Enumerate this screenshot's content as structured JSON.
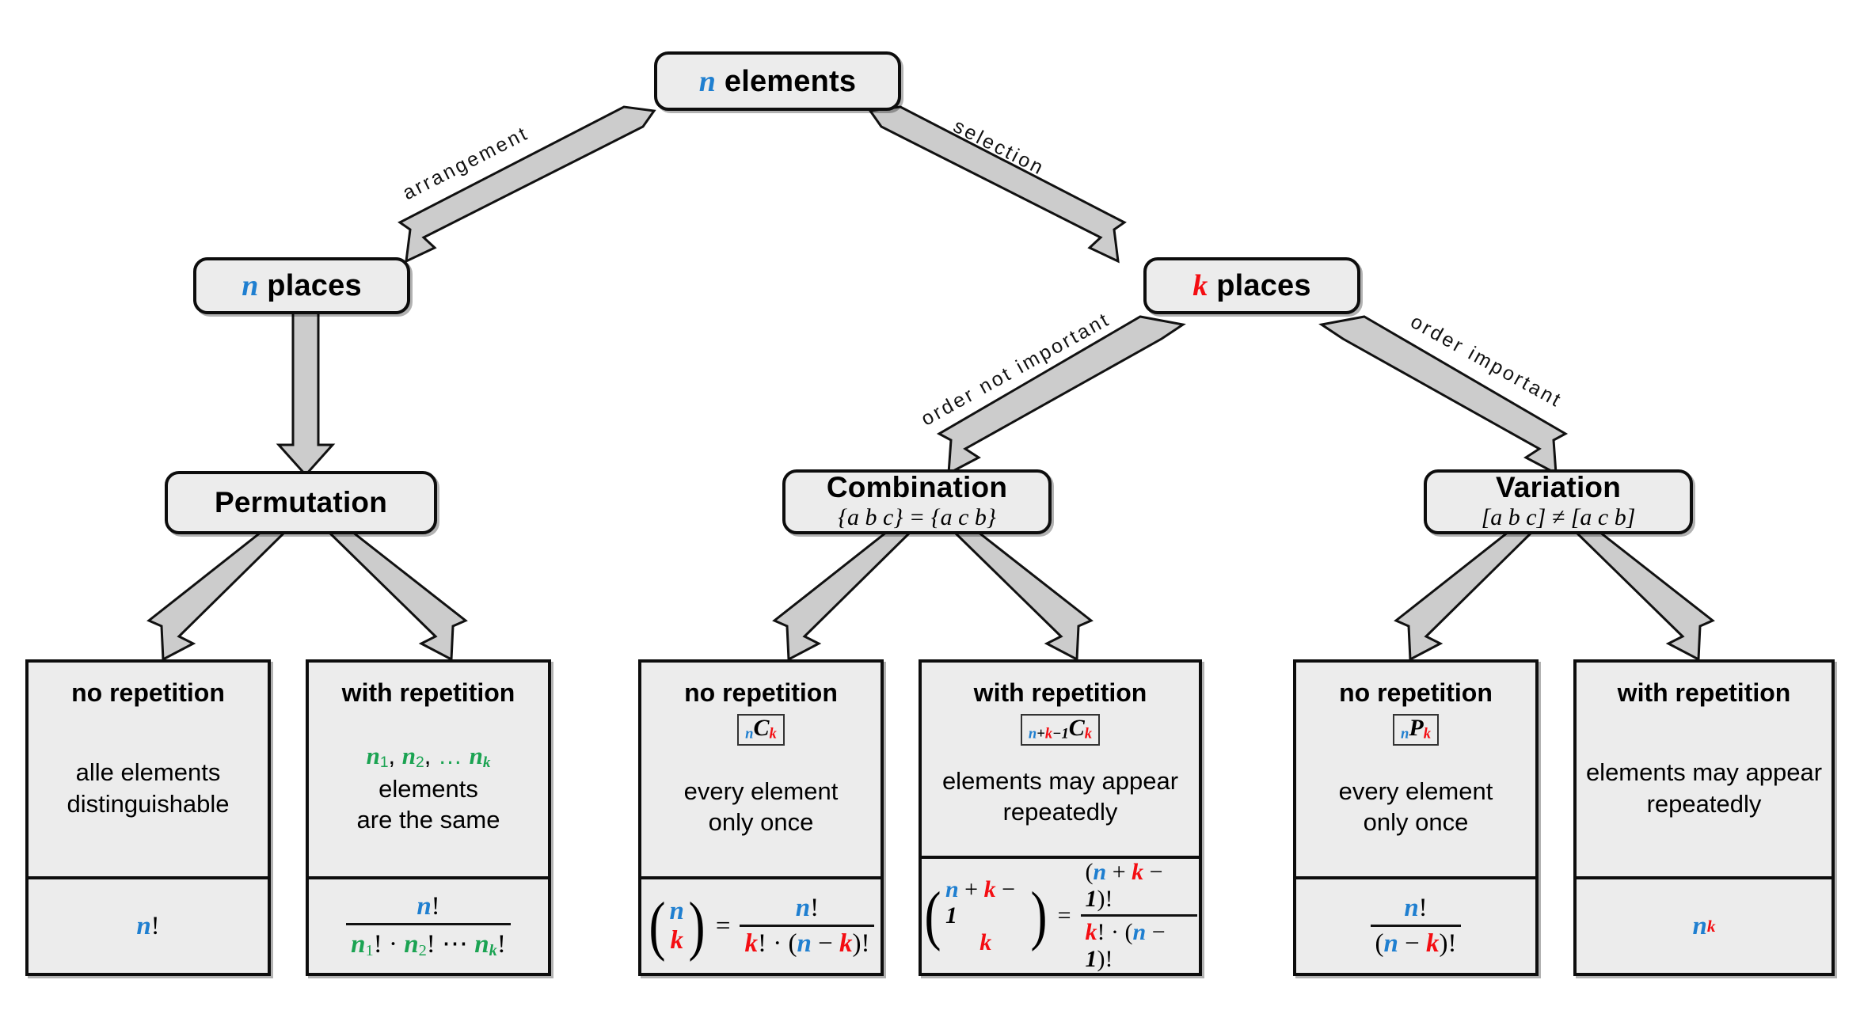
{
  "diagram": {
    "title": "Combinatorics decision tree",
    "colors": {
      "n": "#1f7fd0",
      "k": "#f40d12",
      "repeat": "#1ba352",
      "node_fill": "#ececec",
      "node_stroke": "#0d0d0d",
      "arrow_fill": "#cccccc"
    }
  },
  "nodes": {
    "root": {
      "var": "n",
      "label": "elements"
    },
    "n_places": {
      "var": "n",
      "label": "places"
    },
    "k_places": {
      "var": "k",
      "label": "places"
    },
    "permutation": {
      "title": "Permutation",
      "sub": ""
    },
    "combination": {
      "title": "Combination",
      "sub": "{a b c} = {a c b}"
    },
    "variation": {
      "title": "Variation",
      "sub": "[a b c] ≠ [a c b]"
    }
  },
  "edges": [
    {
      "id": "root-to-n-places",
      "label": "arrangement"
    },
    {
      "id": "root-to-k-places",
      "label": "selection"
    },
    {
      "id": "n-places-to-permutation",
      "label": ""
    },
    {
      "id": "k-places-to-combination",
      "label": "order not important"
    },
    {
      "id": "k-places-to-variation",
      "label": "order important"
    },
    {
      "id": "permutation-to-no-repetition",
      "label": ""
    },
    {
      "id": "permutation-to-with-repetition",
      "label": ""
    },
    {
      "id": "combination-to-no-repetition",
      "label": ""
    },
    {
      "id": "combination-to-with-repetition",
      "label": ""
    },
    {
      "id": "variation-to-no-repetition",
      "label": ""
    },
    {
      "id": "variation-to-with-repetition",
      "label": ""
    }
  ],
  "leaves": [
    {
      "id": "permutation-no-repetition",
      "head": "no repetition",
      "badge": "",
      "desc": "alle elements\ndistinguishable",
      "formula": "n!"
    },
    {
      "id": "permutation-with-repetition",
      "head": "with repetition",
      "badge": "",
      "desc": "n₁, n₂, … nₖ elements\nare the same",
      "formula": "n! / (n₁! · n₂! ⋯ nₖ!)"
    },
    {
      "id": "combination-no-repetition",
      "head": "no repetition",
      "badge": "nCk",
      "desc": "every element\nonly once",
      "formula": "(n choose k) = n! / (k! · (n − k)!)"
    },
    {
      "id": "combination-with-repetition",
      "head": "with repetition",
      "badge": "n+k−1Ck",
      "desc": "elements may appear\nrepeatedly",
      "formula": "(n+k−1 choose k) = (n+k−1)! / (k! · (n − 1)!)"
    },
    {
      "id": "variation-no-repetition",
      "head": "no repetition",
      "badge": "nPk",
      "desc": "every element\nonly once",
      "formula": "n! / (n − k)!"
    },
    {
      "id": "variation-with-repetition",
      "head": "with repetition",
      "badge": "",
      "desc": "elements may appear\nrepeatedly",
      "formula": "nᵏ"
    }
  ],
  "text": {
    "elements": "elements",
    "places": "places",
    "permutation": "Permutation",
    "combination": "Combination",
    "variation": "Variation",
    "combination_sub": "{a b c} = {a c b}",
    "variation_sub": "[a b c] ≠ [a c b]",
    "no_repetition": "no repetition",
    "with_repetition": "with repetition",
    "desc_alle_1": "alle elements",
    "desc_alle_2": "distinguishable",
    "desc_same_2": "are the same",
    "desc_elements": "elements",
    "desc_once_1": "every element",
    "desc_once_2": "only once",
    "desc_rep_1": "elements may appear",
    "desc_rep_2": "repeatedly",
    "lbl_arrangement": "arrangement",
    "lbl_selection": "selection",
    "lbl_order_not_important": "order not important",
    "lbl_order_important": "order important",
    "var_n": "n",
    "var_k": "k",
    "one": "1",
    "bang": "!",
    "dot": "·",
    "cdots": "⋯",
    "equals": "=",
    "plus": "+",
    "minus": "−",
    "comma": ",",
    "ellipsis": "…",
    "lparen": "(",
    "rparen": ")",
    "C": "C",
    "P": "P"
  }
}
